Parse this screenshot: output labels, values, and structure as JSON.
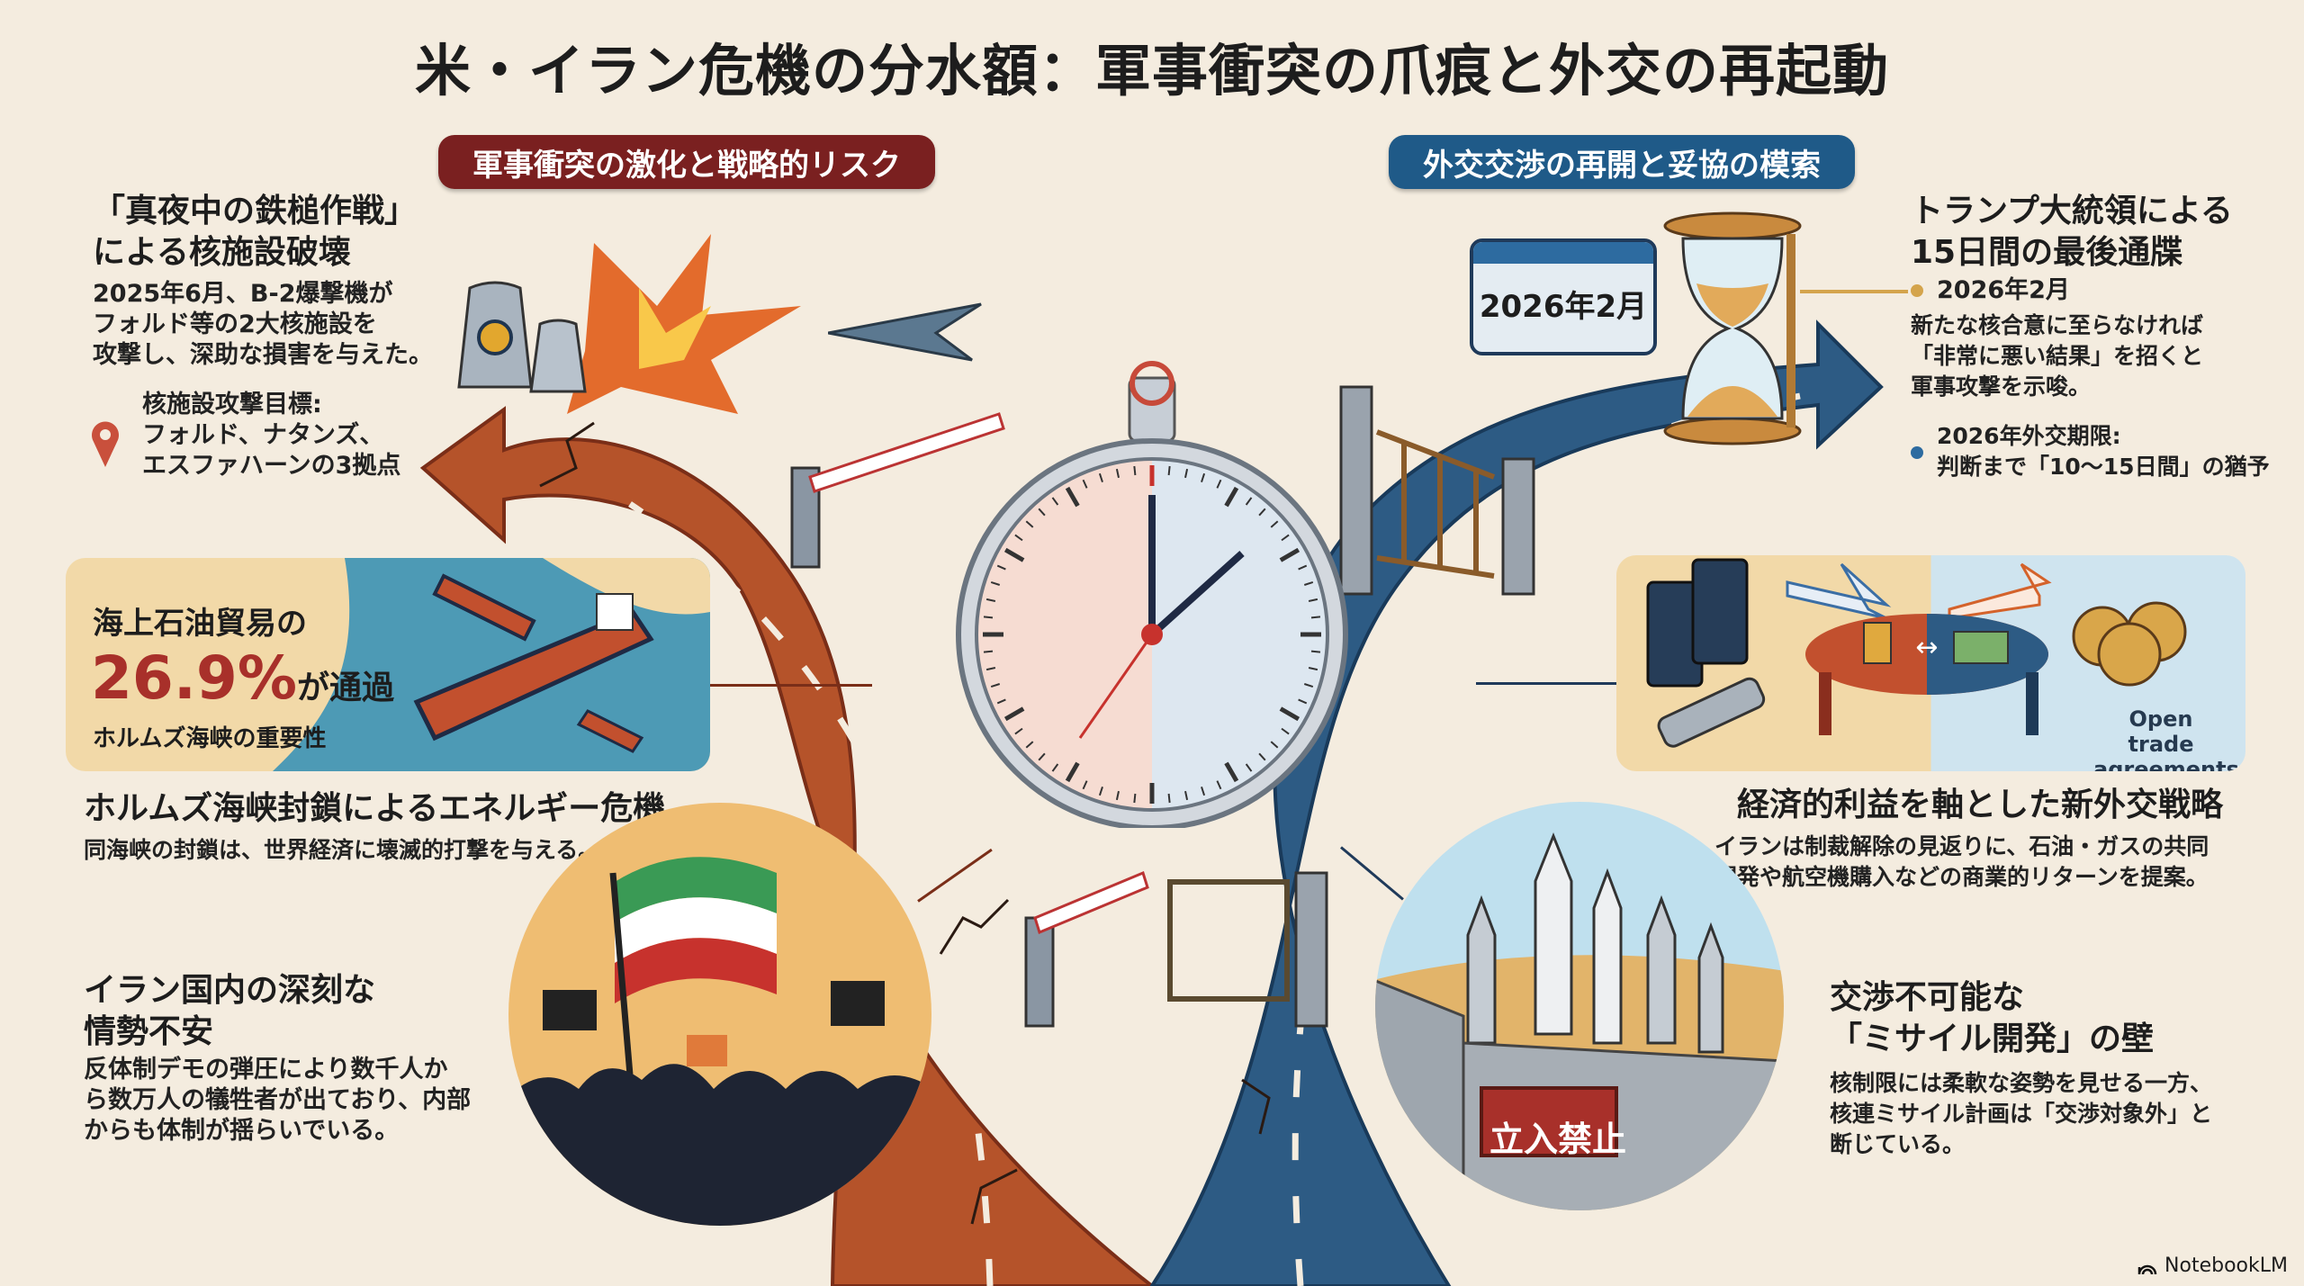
{
  "title": "米・イラン危機の分水額：軍事衝突の爪痕と外交の再起動",
  "left_banner": "軍事衝突の激化と戦略的リスク",
  "right_banner": "外交交渉の再開と妥協の模索",
  "colors": {
    "military_red": "#7a2020",
    "road_red": "#b5532a",
    "diplomacy_blue": "#1f5a88",
    "road_blue": "#2d5b84",
    "background": "#f4ecdf",
    "accent_red": "#a8302a"
  },
  "left": {
    "strike": {
      "heading_line1": "「真夜中の鉄槌作戦」",
      "heading_line2": "による核施設破壊",
      "body_line1": "2025年6月、B-2爆撃機が",
      "body_line2": "フォルド等の2大核施設を",
      "body_line3": "攻撃し、深助な損害を与えた。",
      "target_label": "核施設攻撃目標:",
      "target_line1": "フォルド、ナタンズ、",
      "target_line2": "エスファハーンの3拠点",
      "pin_icon": "map-pin-icon"
    },
    "hormuz_card": {
      "line1": "海上石油貿易の",
      "percent": "26.9%",
      "percent_value": 26.9,
      "suffix": "が通過",
      "caption": "ホルムズ海峡の重要性"
    },
    "energy": {
      "heading": "ホルムズ海峡封鎖によるエネルギー危機",
      "body": "同海峡の封鎖は、世界経済に壊滅的打撃を与える。"
    },
    "unrest": {
      "heading_line1": "イラン国内の深刻な",
      "heading_line2": "情勢不安",
      "body_line1": "反体制デモの弾圧により数千人か",
      "body_line2": "ら数万人の犠牲者が出ており、内部",
      "body_line3": "からも体制が揺らいでいる。"
    }
  },
  "right": {
    "ultimatum": {
      "calendar": "2026年2月",
      "heading_line1": "トランプ大統領による",
      "heading_line2": "15日間の最後通牒",
      "date": "2026年2月",
      "body_line1": "新たな核合意に至らなければ",
      "body_line2": "「非常に悪い結果」を招くと",
      "body_line3": "軍事攻撃を示唆。",
      "deadline_line1": "2026年外交期限:",
      "deadline_line2": "判断まで「10～15日間」の猶予"
    },
    "trade_card": {
      "caption_line1": "Open trade",
      "caption_line2": "agreements"
    },
    "economy": {
      "heading": "経済的利益を軸とした新外交戦略",
      "body_line1": "イランは制裁解除の見返りに、石油・ガスの共同",
      "body_line2": "開発や航空機購入などの商業的リターンを提案。"
    },
    "missile": {
      "sign": "立入禁止",
      "heading_line1": "交渉不可能な",
      "heading_line2": "「ミサイル開発」の壁",
      "body_line1": "核制限には柔軟な姿勢を見せる一方、",
      "body_line2": "核連ミサイル計画は「交渉対象外」と",
      "body_line3": "断じている。"
    }
  },
  "footer": {
    "brand": "NotebookLM"
  }
}
